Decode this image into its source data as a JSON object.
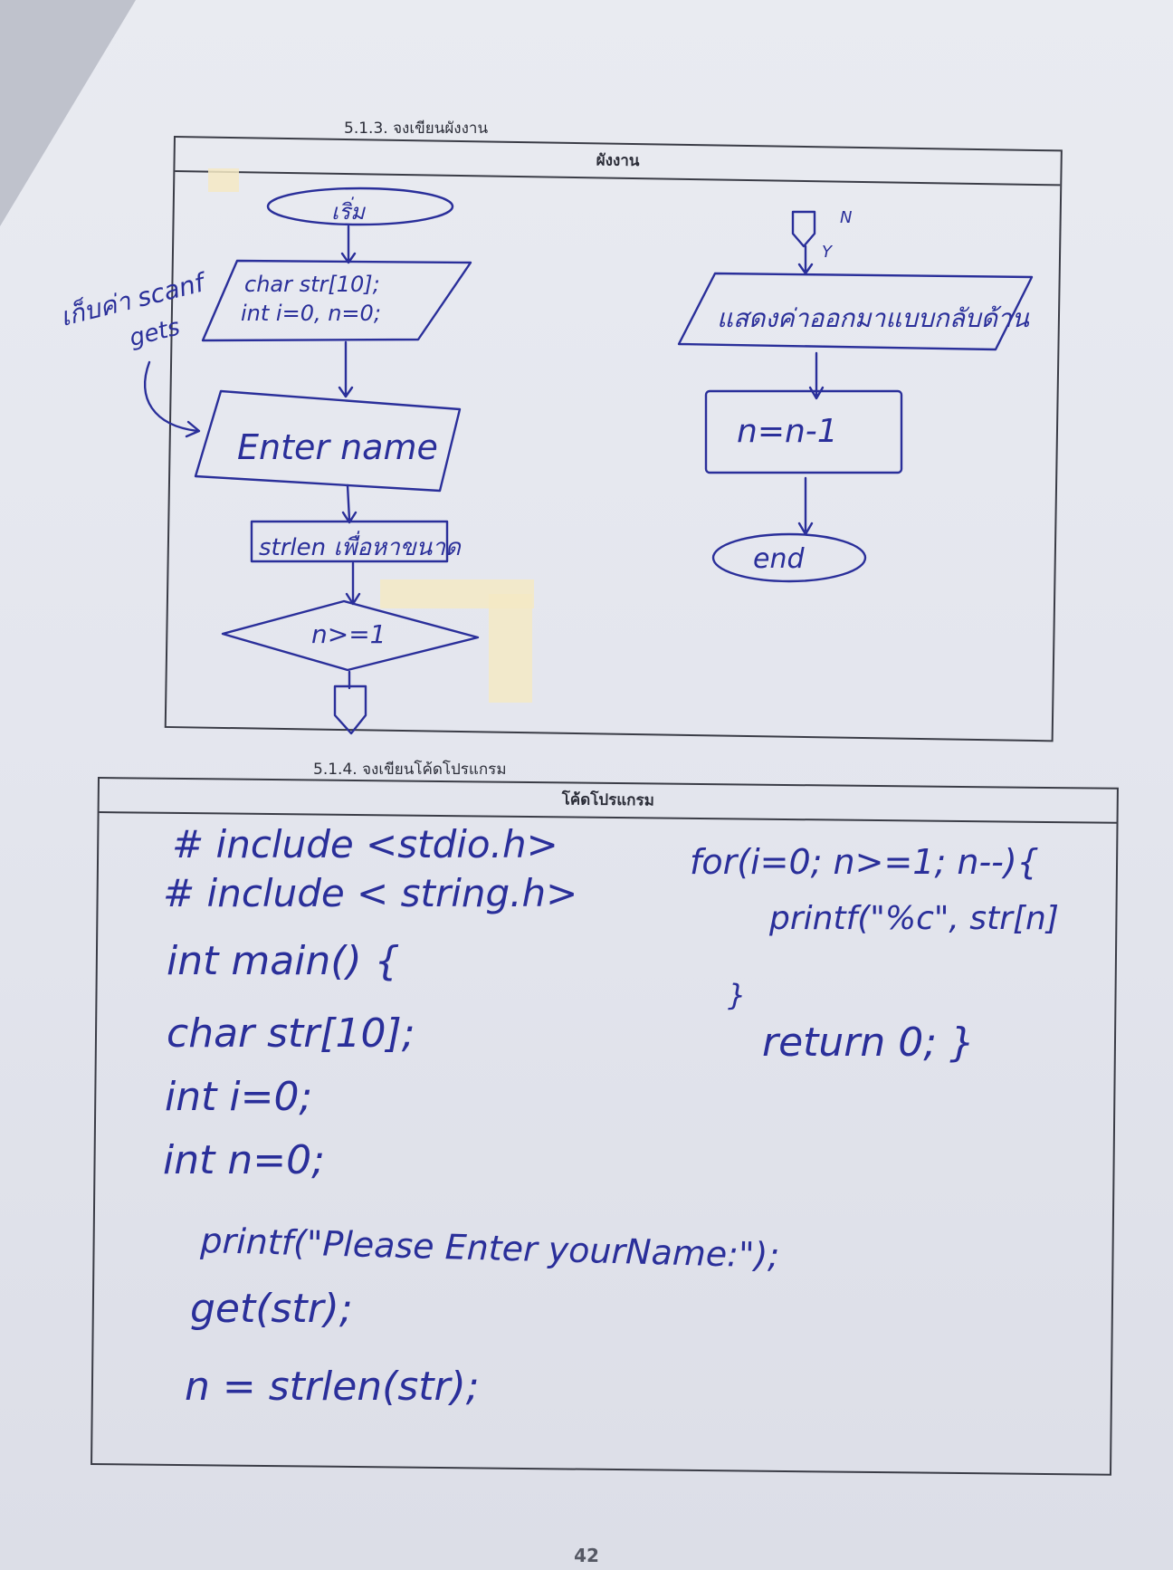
{
  "sections": {
    "flowchart": {
      "heading": "5.1.3. จงเขียนผังงาน",
      "box_title": "ผังงาน",
      "nodes": {
        "start": "เริ่ม",
        "declare_line1": "char str[10];",
        "declare_line2": "int i=0, n=0;",
        "input": "Enter name",
        "strlen": "strlen เพื่อหาขนาด",
        "decision": "n>=1",
        "output": "แสดงค่าออกมาแบบกลับด้าน",
        "decrement": "n=n-1",
        "end": "end"
      },
      "connector_labels": {
        "yes": "Y",
        "no": "N"
      },
      "side_note_line1": "เก็บค่า scanf",
      "side_note_line2": "gets"
    },
    "code": {
      "heading": "5.1.4. จงเขียนโค้ดโปรแกรม",
      "box_title": "โค้ดโปรแกรม",
      "left_lines": [
        "# include <stdio.h>",
        "# include < string.h>",
        "int main() {",
        "char str[10];",
        "int i=0;",
        "int n=0;",
        "printf(\"Please Enter yourName:\");",
        "get(str);",
        "n = strlen(str);"
      ],
      "right_lines": [
        "for(i=0; n>=1; n--){",
        "printf(\"%c\", str[n]",
        "}",
        "return 0; }"
      ]
    }
  },
  "page_number": "42"
}
